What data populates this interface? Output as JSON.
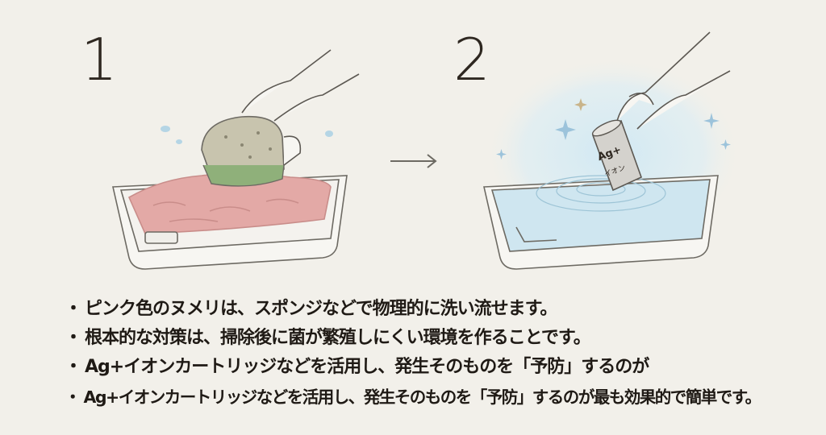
{
  "steps": [
    {
      "number": "1"
    },
    {
      "number": "2"
    }
  ],
  "arrow": "→",
  "cartridge": {
    "label_top": "Ag+",
    "label_bottom": "イオン"
  },
  "bullets": [
    "ピンク色のヌメリは、スポンジなどで物理的に洗い流せます。",
    "根本的な対策は、掃除後に菌が繁殖しにくい環境を作ることです。",
    "Ag+イオンカートリッジなどを活用し、発生そのものを「予防」するのが",
    "Ag+イオンカートリッジなどを活用し、発生そのものを「予防」するのが最も効果的で簡単です。"
  ],
  "bullet_mark": "・",
  "colors": {
    "background": "#f2f0ea",
    "slime": "#e3a9a6",
    "water_glow": "#bfe0ef",
    "ink": "#2e2720"
  }
}
